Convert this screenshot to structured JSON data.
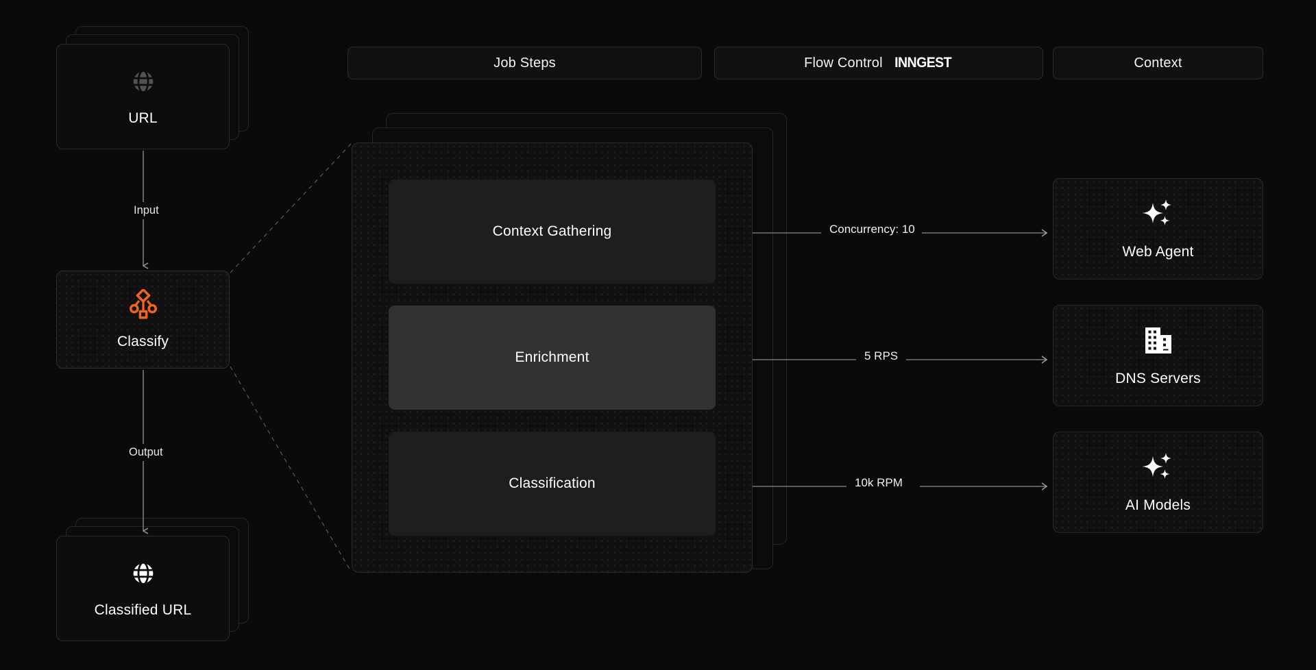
{
  "theme": {
    "background": "#0a0a0a",
    "card_background": "#0d0d0d",
    "card_border": "#2a2a2a",
    "step_background": "#1e1e1e",
    "step_highlight_background": "#323232",
    "accent": "#f0641e",
    "text": "#ffffff",
    "wire": "#8a8a8a"
  },
  "header": {
    "pills": [
      {
        "label": "Job Steps"
      },
      {
        "label": "Flow Control",
        "brand": "INNGEST"
      },
      {
        "label": "Context"
      }
    ]
  },
  "pipeline": {
    "input_node": {
      "label": "URL",
      "icon": "globe-icon",
      "stacked": true
    },
    "input_edge_label": "Input",
    "process_node": {
      "label": "Classify",
      "icon": "workflow-icon",
      "icon_color": "#f0641e"
    },
    "output_edge_label": "Output",
    "output_node": {
      "label": "Classified URL",
      "icon": "globe-icon",
      "stacked": true
    }
  },
  "job_steps": {
    "stacked": true,
    "steps": [
      {
        "label": "Context Gathering",
        "highlighted": false
      },
      {
        "label": "Enrichment",
        "highlighted": true
      },
      {
        "label": "Classification",
        "highlighted": false
      }
    ]
  },
  "flow_control": {
    "labels": [
      {
        "text": "Concurrency: 10",
        "from_step": "Context Gathering",
        "to_context": "Web Agent"
      },
      {
        "text": "5 RPS",
        "from_step": "Enrichment",
        "to_context": "DNS Servers"
      },
      {
        "text": "10k RPM",
        "from_step": "Classification",
        "to_context": "AI Models"
      }
    ]
  },
  "context": {
    "cards": [
      {
        "label": "Web Agent",
        "icon": "sparkles-icon"
      },
      {
        "label": "DNS Servers",
        "icon": "building-icon"
      },
      {
        "label": "AI Models",
        "icon": "sparkles-icon"
      }
    ]
  }
}
